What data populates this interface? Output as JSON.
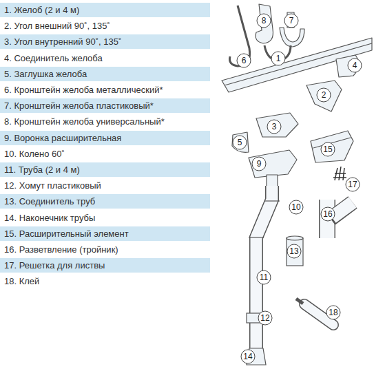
{
  "diagram": {
    "nodes": [
      {
        "text": [
          "1. Желоб (2 и 4 м)"
        ]
      },
      {
        "text": [
          "3. Угол внутренний 90˚, 135˚"
        ]
      },
      {
        "text": [
          "5. Заглушка желоба"
        ]
      },
      {
        "text": [
          "7. Кронштейн желоба пластиковый*"
        ]
      },
      {
        "text": [
          "9. Воронка расширительная"
        ]
      },
      {
        "text": [
          "11. Труба (2 и 4 м)"
        ]
      },
      {
        "text": [
          "13. Соединитель труб"
        ]
      },
      {
        "text": [
          "15. Расширительный элемент"
        ]
      },
      {
        "text": [
          "17. Решетка для листвы"
        ]
      },
      {
        "text": [
          "8"
        ]
      },
      {
        "text": [
          "7"
        ]
      },
      {
        "text": [
          "6"
        ]
      },
      {
        "text": [
          "1"
        ]
      },
      {
        "text": [
          "4"
        ]
      },
      {
        "text": [
          "2"
        ]
      },
      {
        "text": [
          "3"
        ]
      },
      {
        "text": [
          "5"
        ]
      },
      {
        "text": [
          "15"
        ]
      },
      {
        "text": [
          "9"
        ]
      },
      {
        "text": [
          "17"
        ]
      },
      {
        "text": [
          "10"
        ]
      },
      {
        "text": [
          "16"
        ]
      },
      {
        "text": [
          "13"
        ]
      },
      {
        "text": [
          "11"
        ]
      },
      {
        "text": [
          "18"
        ]
      },
      {
        "text": [
          "12"
        ]
      },
      {
        "text": [
          "14"
        ]
      }
    ],
    "edges": [],
    "labels": [
      "2. Угол внешний 90˚, 135˚",
      "4. Соединитель желоба",
      "6. Кронштейн желоба металлический*",
      "8. Кронштейн желоба универсальный*",
      "10. Колено 60˚",
      "12. Хомут пластиковый",
      "14. Наконечник трубы",
      "16. Разветвление (тройник)",
      "18. Клей"
    ]
  }
}
